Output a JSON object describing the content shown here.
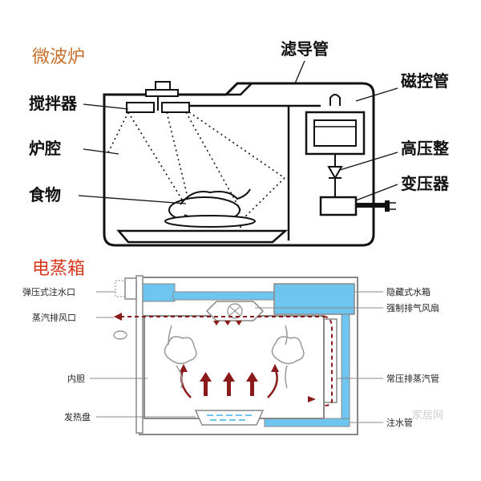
{
  "microwave": {
    "title": "微波炉",
    "labels": {
      "waveguide": "滤导管",
      "stirrer": "搅拌器",
      "cavity": "炉腔",
      "food": "食物",
      "magnetron": "磁控管",
      "rectifier": "高压整",
      "transformer": "变压器"
    }
  },
  "steamer": {
    "title": "电蒸箱",
    "labels": {
      "inlet": "弹压式注水口",
      "exhaust": "蒸汽排风口",
      "liner": "内胆",
      "heater": "发热盘",
      "tank": "隐藏式水箱",
      "fan": "强制排气风扇",
      "steam_pipe": "常压排蒸汽管",
      "water_pipe": "注水管"
    }
  },
  "watermark": "家居网",
  "colors": {
    "microwave_title": "#c8702a",
    "steamer_title": "#d9361e",
    "water": "#6ec6f0",
    "steam_arrow": "#8b1a1a"
  }
}
